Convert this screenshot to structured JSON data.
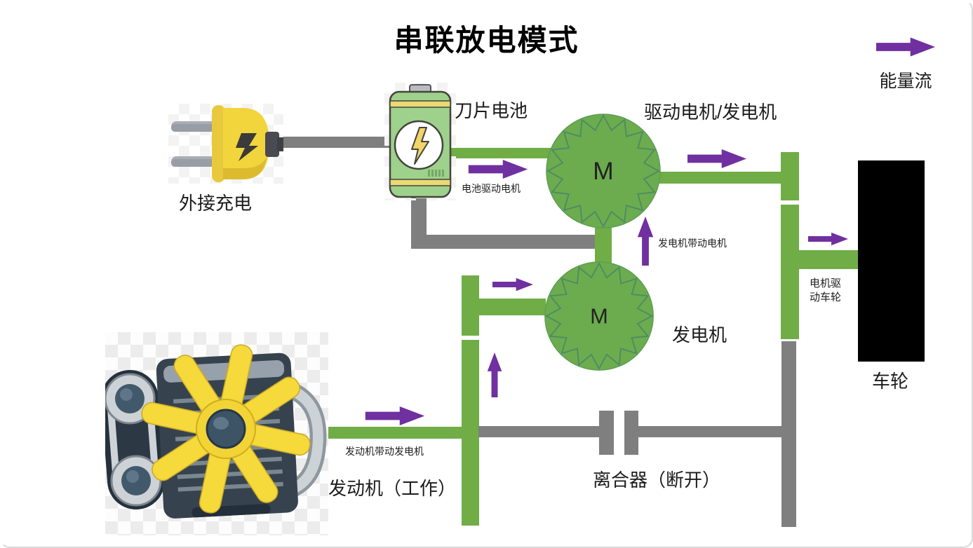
{
  "title": "串联放电模式",
  "legend": {
    "label": "能量流"
  },
  "colors": {
    "green": "#70AD47",
    "purple": "#7030A0",
    "gray": "#7F7F7F",
    "wheel": "#000000"
  },
  "nodes": {
    "charger": {
      "label": "外接充电",
      "icon": "power-plug-icon"
    },
    "battery": {
      "label": "刀片电池",
      "icon": "battery-icon"
    },
    "drive_motor": {
      "label": "驱动电机/发电机",
      "symbol": "M"
    },
    "generator": {
      "label": "发电机",
      "symbol": "M"
    },
    "engine": {
      "label": "发动机（工作）",
      "icon": "engine-icon"
    },
    "clutch": {
      "label": "离合器（断开）",
      "icon": "clutch-plates-icon"
    },
    "wheel": {
      "label": "车轮"
    }
  },
  "flows": {
    "battery_to_motor": "电池驱动电机",
    "generator_to_motor": "发电机带动电机",
    "engine_to_generator": "发动机带动发电机",
    "motor_to_wheel": "电机驱动车轮"
  }
}
